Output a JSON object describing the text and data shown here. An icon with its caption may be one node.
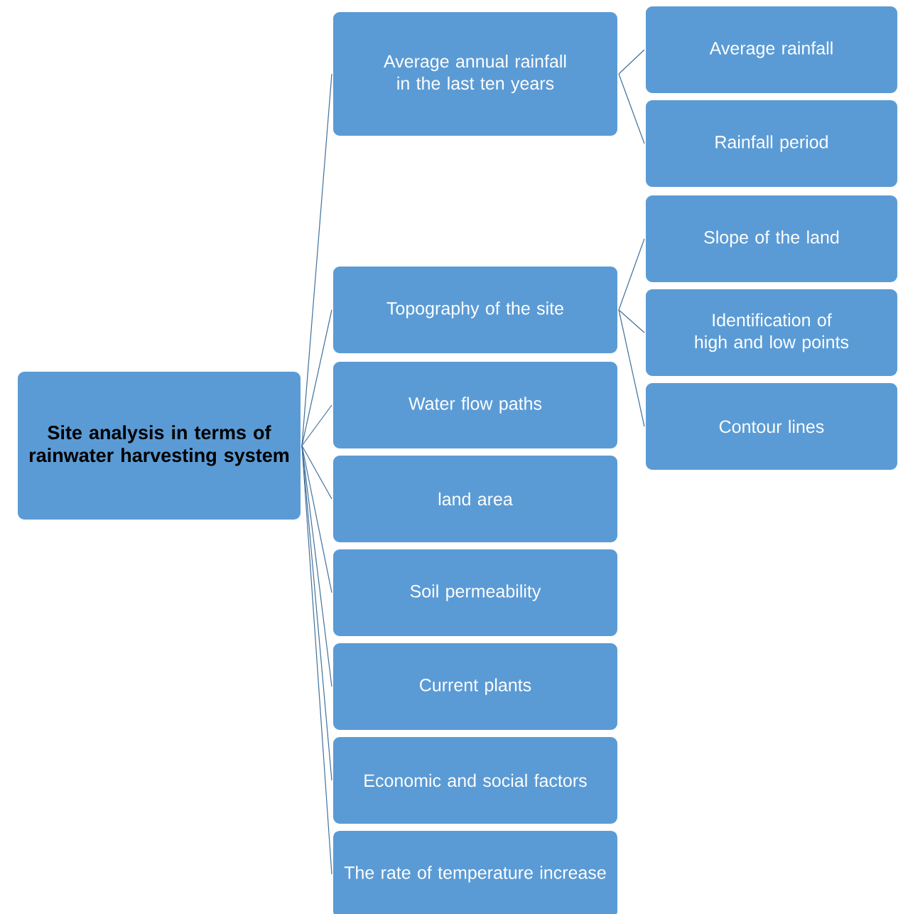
{
  "diagram": {
    "nodes": [
      {
        "text": [
          "Site analysis in terms of rainwater harvesting system"
        ]
      },
      {
        "text": [
          "Average annual rainfall in the last ten years"
        ]
      },
      {
        "text": [
          "Average rainfall"
        ]
      },
      {
        "text": [
          "Rainfall period"
        ]
      },
      {
        "text": [
          "Topography of the site"
        ]
      },
      {
        "text": [
          "Slope of the land"
        ]
      },
      {
        "text": [
          "Identification of high and low points"
        ]
      },
      {
        "text": [
          "Contour lines"
        ]
      },
      {
        "text": [
          "Water flow paths"
        ]
      },
      {
        "text": [
          "land area"
        ]
      },
      {
        "text": [
          "Soil permeability"
        ]
      },
      {
        "text": [
          "Current plants"
        ]
      },
      {
        "text": [
          "Economic and social factors"
        ]
      },
      {
        "text": [
          "The rate of temperature increase"
        ]
      }
    ],
    "edges": [
      {
        "from": 0,
        "to": 1,
        "arrow": "none"
      },
      {
        "from": 1,
        "to": 2,
        "arrow": "none"
      },
      {
        "from": 1,
        "to": 3,
        "arrow": "none"
      },
      {
        "from": 0,
        "to": 4,
        "arrow": "none"
      },
      {
        "from": 4,
        "to": 5,
        "arrow": "none"
      },
      {
        "from": 4,
        "to": 6,
        "arrow": "none"
      },
      {
        "from": 4,
        "to": 7,
        "arrow": "none"
      },
      {
        "from": 0,
        "to": 8,
        "arrow": "none"
      },
      {
        "from": 0,
        "to": 9,
        "arrow": "none"
      },
      {
        "from": 0,
        "to": 10,
        "arrow": "none"
      },
      {
        "from": 0,
        "to": 11,
        "arrow": "none"
      },
      {
        "from": 0,
        "to": 12,
        "arrow": "none"
      },
      {
        "from": 0,
        "to": 13,
        "arrow": "none"
      }
    ]
  }
}
